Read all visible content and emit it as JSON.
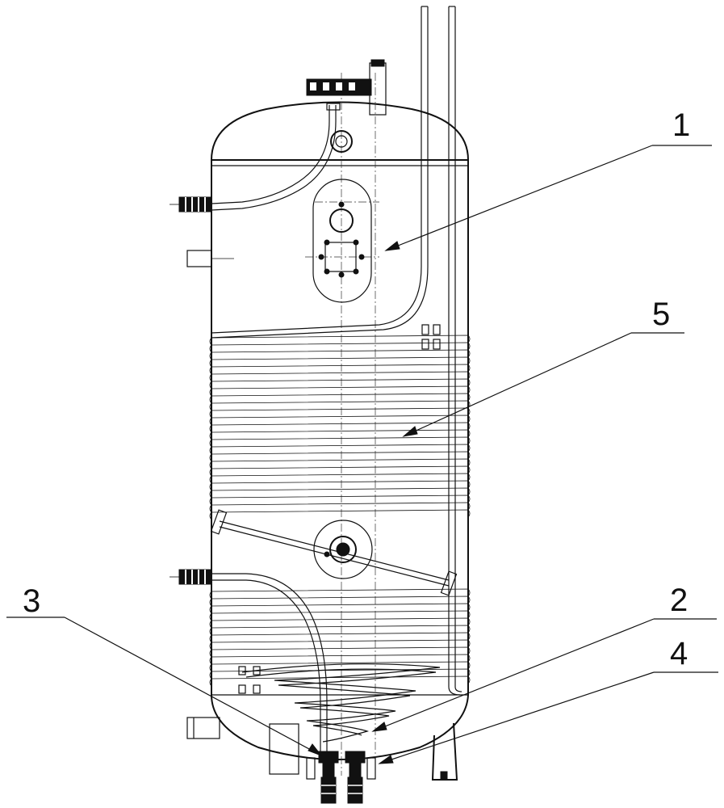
{
  "callouts": [
    {
      "id": "1",
      "label": "1"
    },
    {
      "id": "5",
      "label": "5"
    },
    {
      "id": "3",
      "label": "3"
    },
    {
      "id": "2",
      "label": "2"
    },
    {
      "id": "4",
      "label": "4"
    }
  ]
}
